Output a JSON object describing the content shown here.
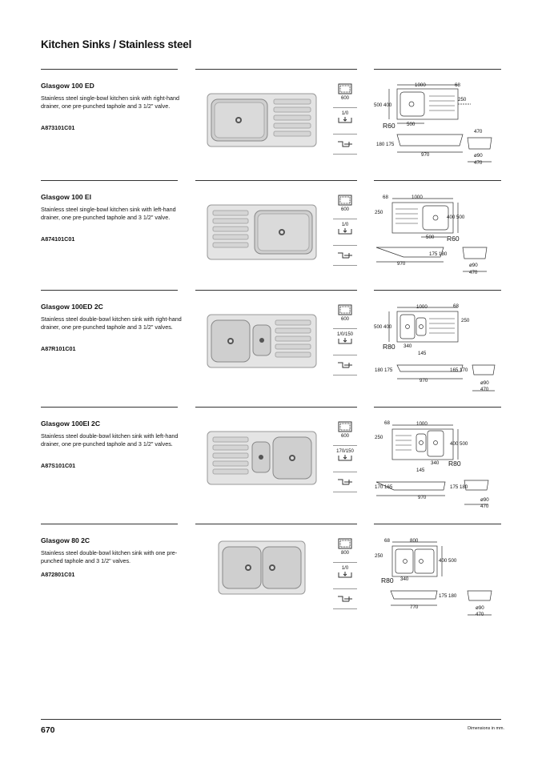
{
  "page": {
    "title": "Kitchen Sinks / Stainless steel",
    "page_number": "670",
    "footnote": "Dimensions in mm."
  },
  "products": [
    {
      "name": "Glasgow 100 ED",
      "description": "Stainless steel single-bowl kitchen sink with right-hand drainer, one pre-punched taphole and 3 1/2\" valve.",
      "code": "A873101C01",
      "cabinet": "600",
      "tap": "1/0",
      "dims": {
        "w": "1000",
        "flange": "68",
        "off": "250",
        "depth_pair": "500 400",
        "r": "R60",
        "bottom": "500",
        "len": "970",
        "heights": "180 175",
        "sec_w": "470",
        "drain": "ø90",
        "sec_b": "470"
      }
    },
    {
      "name": "Glasgow 100 EI",
      "description": "Stainless steel single-bowl kitchen sink with left-hand drainer, one pre-punched taphole and 3 1/2\" valve.",
      "code": "A874101C01",
      "cabinet": "600",
      "tap": "1/0",
      "dims": {
        "w": "1000",
        "flange": "68",
        "off": "250",
        "depth_pair": "400 500",
        "r": "R60",
        "bottom": "500",
        "len": "970",
        "heights": "175 180",
        "drain": "ø90",
        "sec_b": "470"
      }
    },
    {
      "name": "Glasgow 100ED 2C",
      "description": "Stainless steel double-bowl kitchen sink with right-hand drainer, one pre-punched taphole and 3 1/2\" valves.",
      "code": "A87R101C01",
      "cabinet": "600",
      "tap": "1/0/150",
      "dims": {
        "w": "1000",
        "flange": "68",
        "off": "250",
        "depth_pair": "500 400",
        "r": "R80",
        "bottom": "340",
        "b2": "145",
        "len": "970",
        "heights": "180 175",
        "heights2": "165 170",
        "drain": "ø90",
        "sec_b": "470"
      }
    },
    {
      "name": "Glasgow 100EI 2C",
      "description": "Stainless steel double-bowl kitchen sink with left-hand drainer, one pre-punched taphole and 3 1/2\" valves.",
      "code": "A87S101C01",
      "cabinet": "600",
      "tap": "170/150",
      "dims": {
        "w": "1000",
        "flange": "68",
        "off": "250",
        "depth_pair": "400 500",
        "r": "R80",
        "bottom": "340",
        "b2": "145",
        "len": "970",
        "heights": "170 165",
        "heights2": "175 180",
        "drain": "ø90",
        "sec_b": "470"
      }
    },
    {
      "name": "Glasgow 80 2C",
      "description": "Stainless steel double-bowl kitchen sink with one pre-punched taphole and 3 1/2\" valves.",
      "code": "A872801C01",
      "cabinet": "800",
      "tap": "1/0",
      "dims": {
        "w": "800",
        "flange": "68",
        "off": "250",
        "depth_pair": "400 500",
        "r": "R80",
        "bottom": "340",
        "len": "770",
        "heights2": "175 180",
        "drain": "ø90",
        "sec_b": "470"
      }
    }
  ]
}
